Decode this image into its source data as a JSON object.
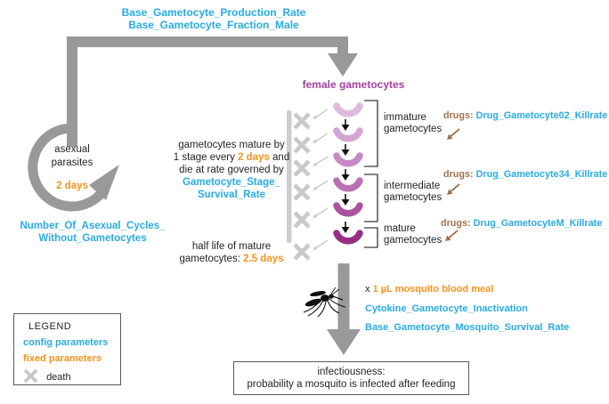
{
  "colors": {
    "config_param": "#29abe2",
    "fixed_param": "#f7941e",
    "female_gametocyte_label": "#a3409f",
    "drugs_label": "#a0714e",
    "flow_arrow_gray": "#999999",
    "death_gray": "#c9c9c9",
    "gametocyte_shades": [
      "#debade",
      "#d4a5d4",
      "#c78ac5",
      "#b96fb3",
      "#aa53a1",
      "#963086"
    ]
  },
  "top": {
    "line1": "Base_Gametocyte_Production_Rate",
    "line2": "Base_Gametocyte_Fraction_Male"
  },
  "cycle": {
    "label_line1": "asexual",
    "label_line2": "parasites",
    "duration": "2 days",
    "param_line1": "Number_Of_Asexual_Cycles_",
    "param_line2": "Without_Gametocytes"
  },
  "female_label": "female gametocytes",
  "maturation": {
    "line1": "gametocytes mature by",
    "line2_pre": "1 stage every ",
    "line2_fixed": "2 days",
    "line2_post": " and",
    "line3": "die at rate governed by",
    "param_line1": "Gametocyte_Stage_",
    "param_line2": "Survival_Rate"
  },
  "half_life": {
    "line1": "half life of mature",
    "line2_pre": "gametocytes: ",
    "line2_value": "2.5 days"
  },
  "stages": [
    {
      "line1": "immature",
      "line2": "gametocytes"
    },
    {
      "line1": "intermediate",
      "line2": "gametocytes"
    },
    {
      "line1": "mature",
      "line2": "gametocytes"
    }
  ],
  "drugs": [
    {
      "label": "drugs:",
      "param": "Drug_Gametocyte02_Killrate"
    },
    {
      "label": "drugs:",
      "param": "Drug_Gametocyte34_Killrate"
    },
    {
      "label": "drugs:",
      "param": "Drug_GametocyteM_Killrate"
    }
  ],
  "meal": {
    "prefix": "x ",
    "fixed": "1 µL mosquito blood meal",
    "param1": "Cytokine_Gametocyte_Inactivation",
    "param2": "Base_Gametocyte_Mosquito_Survival_Rate"
  },
  "outcome": {
    "line1": "infectiousness:",
    "line2": "probability a mosquito is infected after feeding"
  },
  "legend": {
    "title": "LEGEND",
    "config": "config parameters",
    "fixed": "fixed parameters",
    "death": "death"
  }
}
